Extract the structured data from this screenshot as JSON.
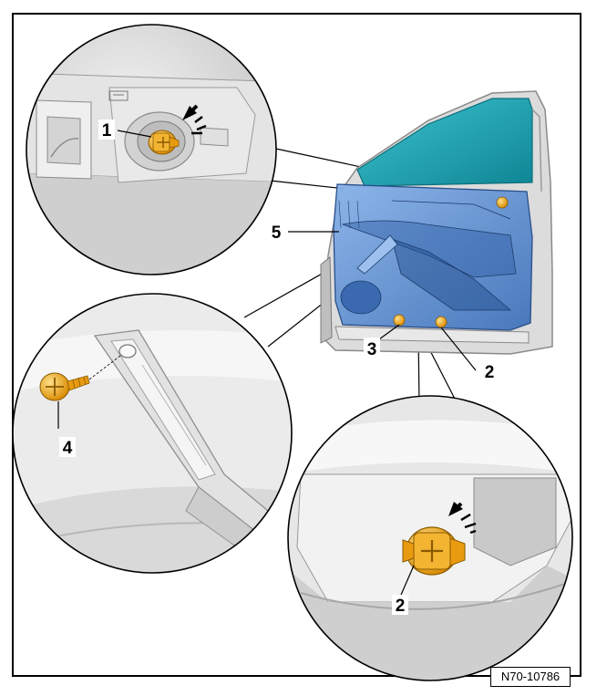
{
  "callouts": {
    "c1": "1",
    "c2a": "2",
    "c2b": "2",
    "c3": "3",
    "c4": "4",
    "c5": "5"
  },
  "reference_code": "N70-10786",
  "colors": {
    "trim_panel": "#5b8fd6",
    "window_glass": "#1fa6b4",
    "fastener": "#f2a81d",
    "door_body": "#d9d9d9"
  }
}
